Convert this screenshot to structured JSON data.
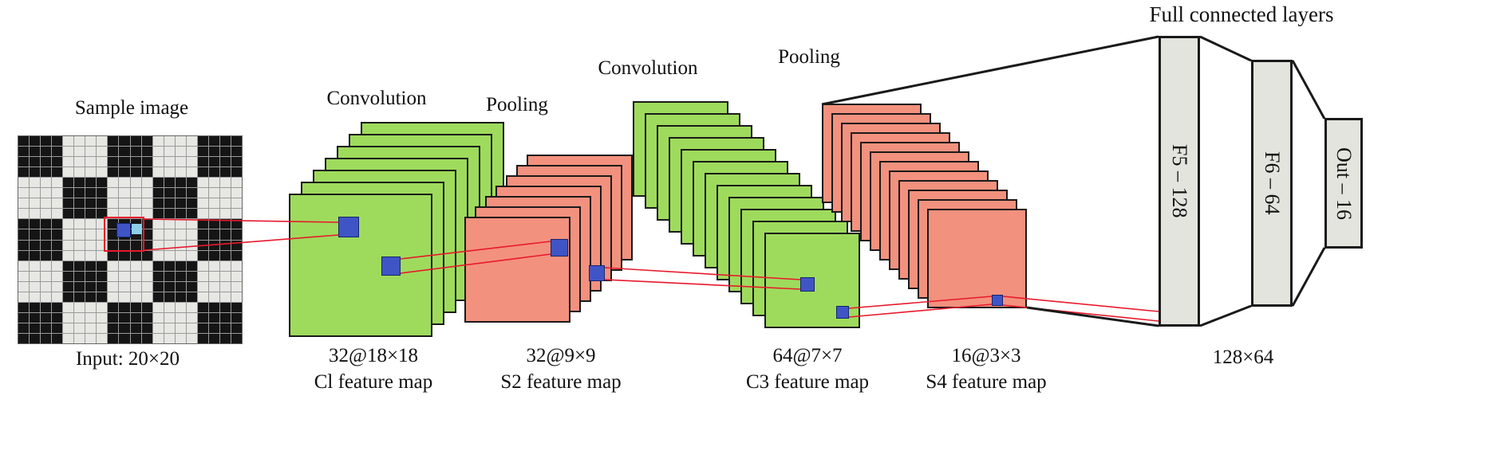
{
  "colors": {
    "green": "#9edb5c",
    "salmon": "#f2917e",
    "blue": "#3f55c6",
    "cyan": "#8ecfe8",
    "red": "#e8192c",
    "outline": "#1a1a1a",
    "fc_fill": "#e4e4de",
    "grid_light": "#e7e7e3",
    "grid_dark": "#151515",
    "grid_line": "#9a9a9a"
  },
  "sample": {
    "title": "Sample image",
    "caption": "Input: 20×20",
    "grid": {
      "rows": 20,
      "cols": 20,
      "block": 4,
      "pattern": "checkerboard"
    }
  },
  "layers": [
    {
      "id": "c1",
      "op_label": "Convolution",
      "size_label": "32@18×18",
      "name_label": "Cl feature map",
      "color": "#9edb5c",
      "count": 7
    },
    {
      "id": "s2",
      "op_label": "Pooling",
      "size_label": "32@9×9",
      "name_label": "S2 feature map",
      "color": "#f2917e",
      "count": 7
    },
    {
      "id": "c3",
      "op_label": "Convolution",
      "size_label": "64@7×7",
      "name_label": "C3 feature map",
      "color": "#9edb5c",
      "count": 12
    },
    {
      "id": "s4",
      "op_label": "Pooling",
      "size_label": "16@3×3",
      "name_label": "S4 feature map",
      "color": "#f2917e",
      "count": 12
    }
  ],
  "fc": {
    "title": "Full connected layers",
    "boxes": [
      {
        "label": "F5 – 128"
      },
      {
        "label": "F6 – 64"
      },
      {
        "label": "Out – 16"
      }
    ],
    "caption": "128×64"
  }
}
